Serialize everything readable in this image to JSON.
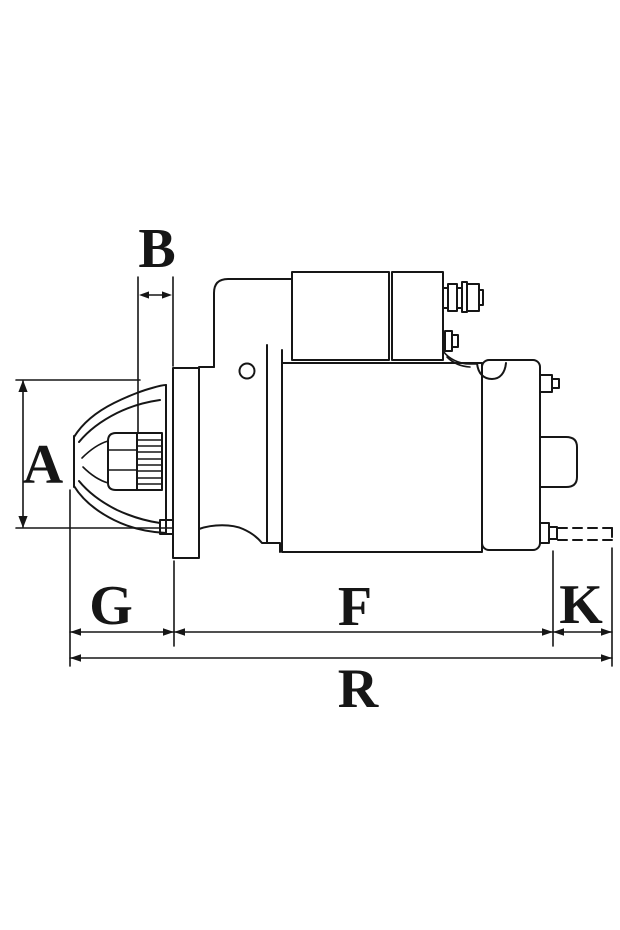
{
  "diagram": {
    "subject": "Starter motor side-view dimensional drawing",
    "background_color": "#ffffff",
    "line_color": "#161616",
    "labels": {
      "a": "A",
      "b": "B",
      "g": "G",
      "f": "F",
      "k": "K",
      "r": "R"
    }
  }
}
